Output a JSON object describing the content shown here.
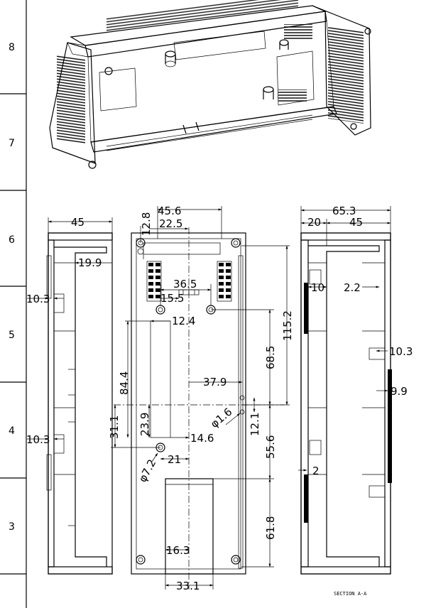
{
  "zones": [
    "8",
    "7",
    "6",
    "5",
    "4",
    "3"
  ],
  "section_label": "SECTION A-A",
  "left_view": {
    "d45": "45",
    "d19_9": "19.9",
    "d10_3a": "10.3",
    "d10_3b": "10.3"
  },
  "front_view": {
    "d45_6": "45.6",
    "d12_8": "12.8",
    "d22_5": "22.5",
    "d36_5": "36.5",
    "d15_5": "15.5",
    "d12_4": "12.4",
    "d115_2": "115.2",
    "d68_5": "68.5",
    "d84_4": "84.4",
    "d37_9": "37.9",
    "d31_1": "31.1",
    "d23_9": "23.9",
    "d14_6": "14.6",
    "d1_6": "φ1.6",
    "d12_1": "12.1",
    "d55_6": "55.6",
    "d21": "21",
    "d7_2": "φ7.2",
    "d61_8": "61.8",
    "d16_3": "16.3",
    "d33_1": "33.1"
  },
  "section_view": {
    "d65_3": "65.3",
    "d20": "20",
    "d45": "45",
    "d10": "10",
    "d2_2": "2.2",
    "d10_3": "10.3",
    "d9_9": "9.9",
    "d2": "2"
  }
}
